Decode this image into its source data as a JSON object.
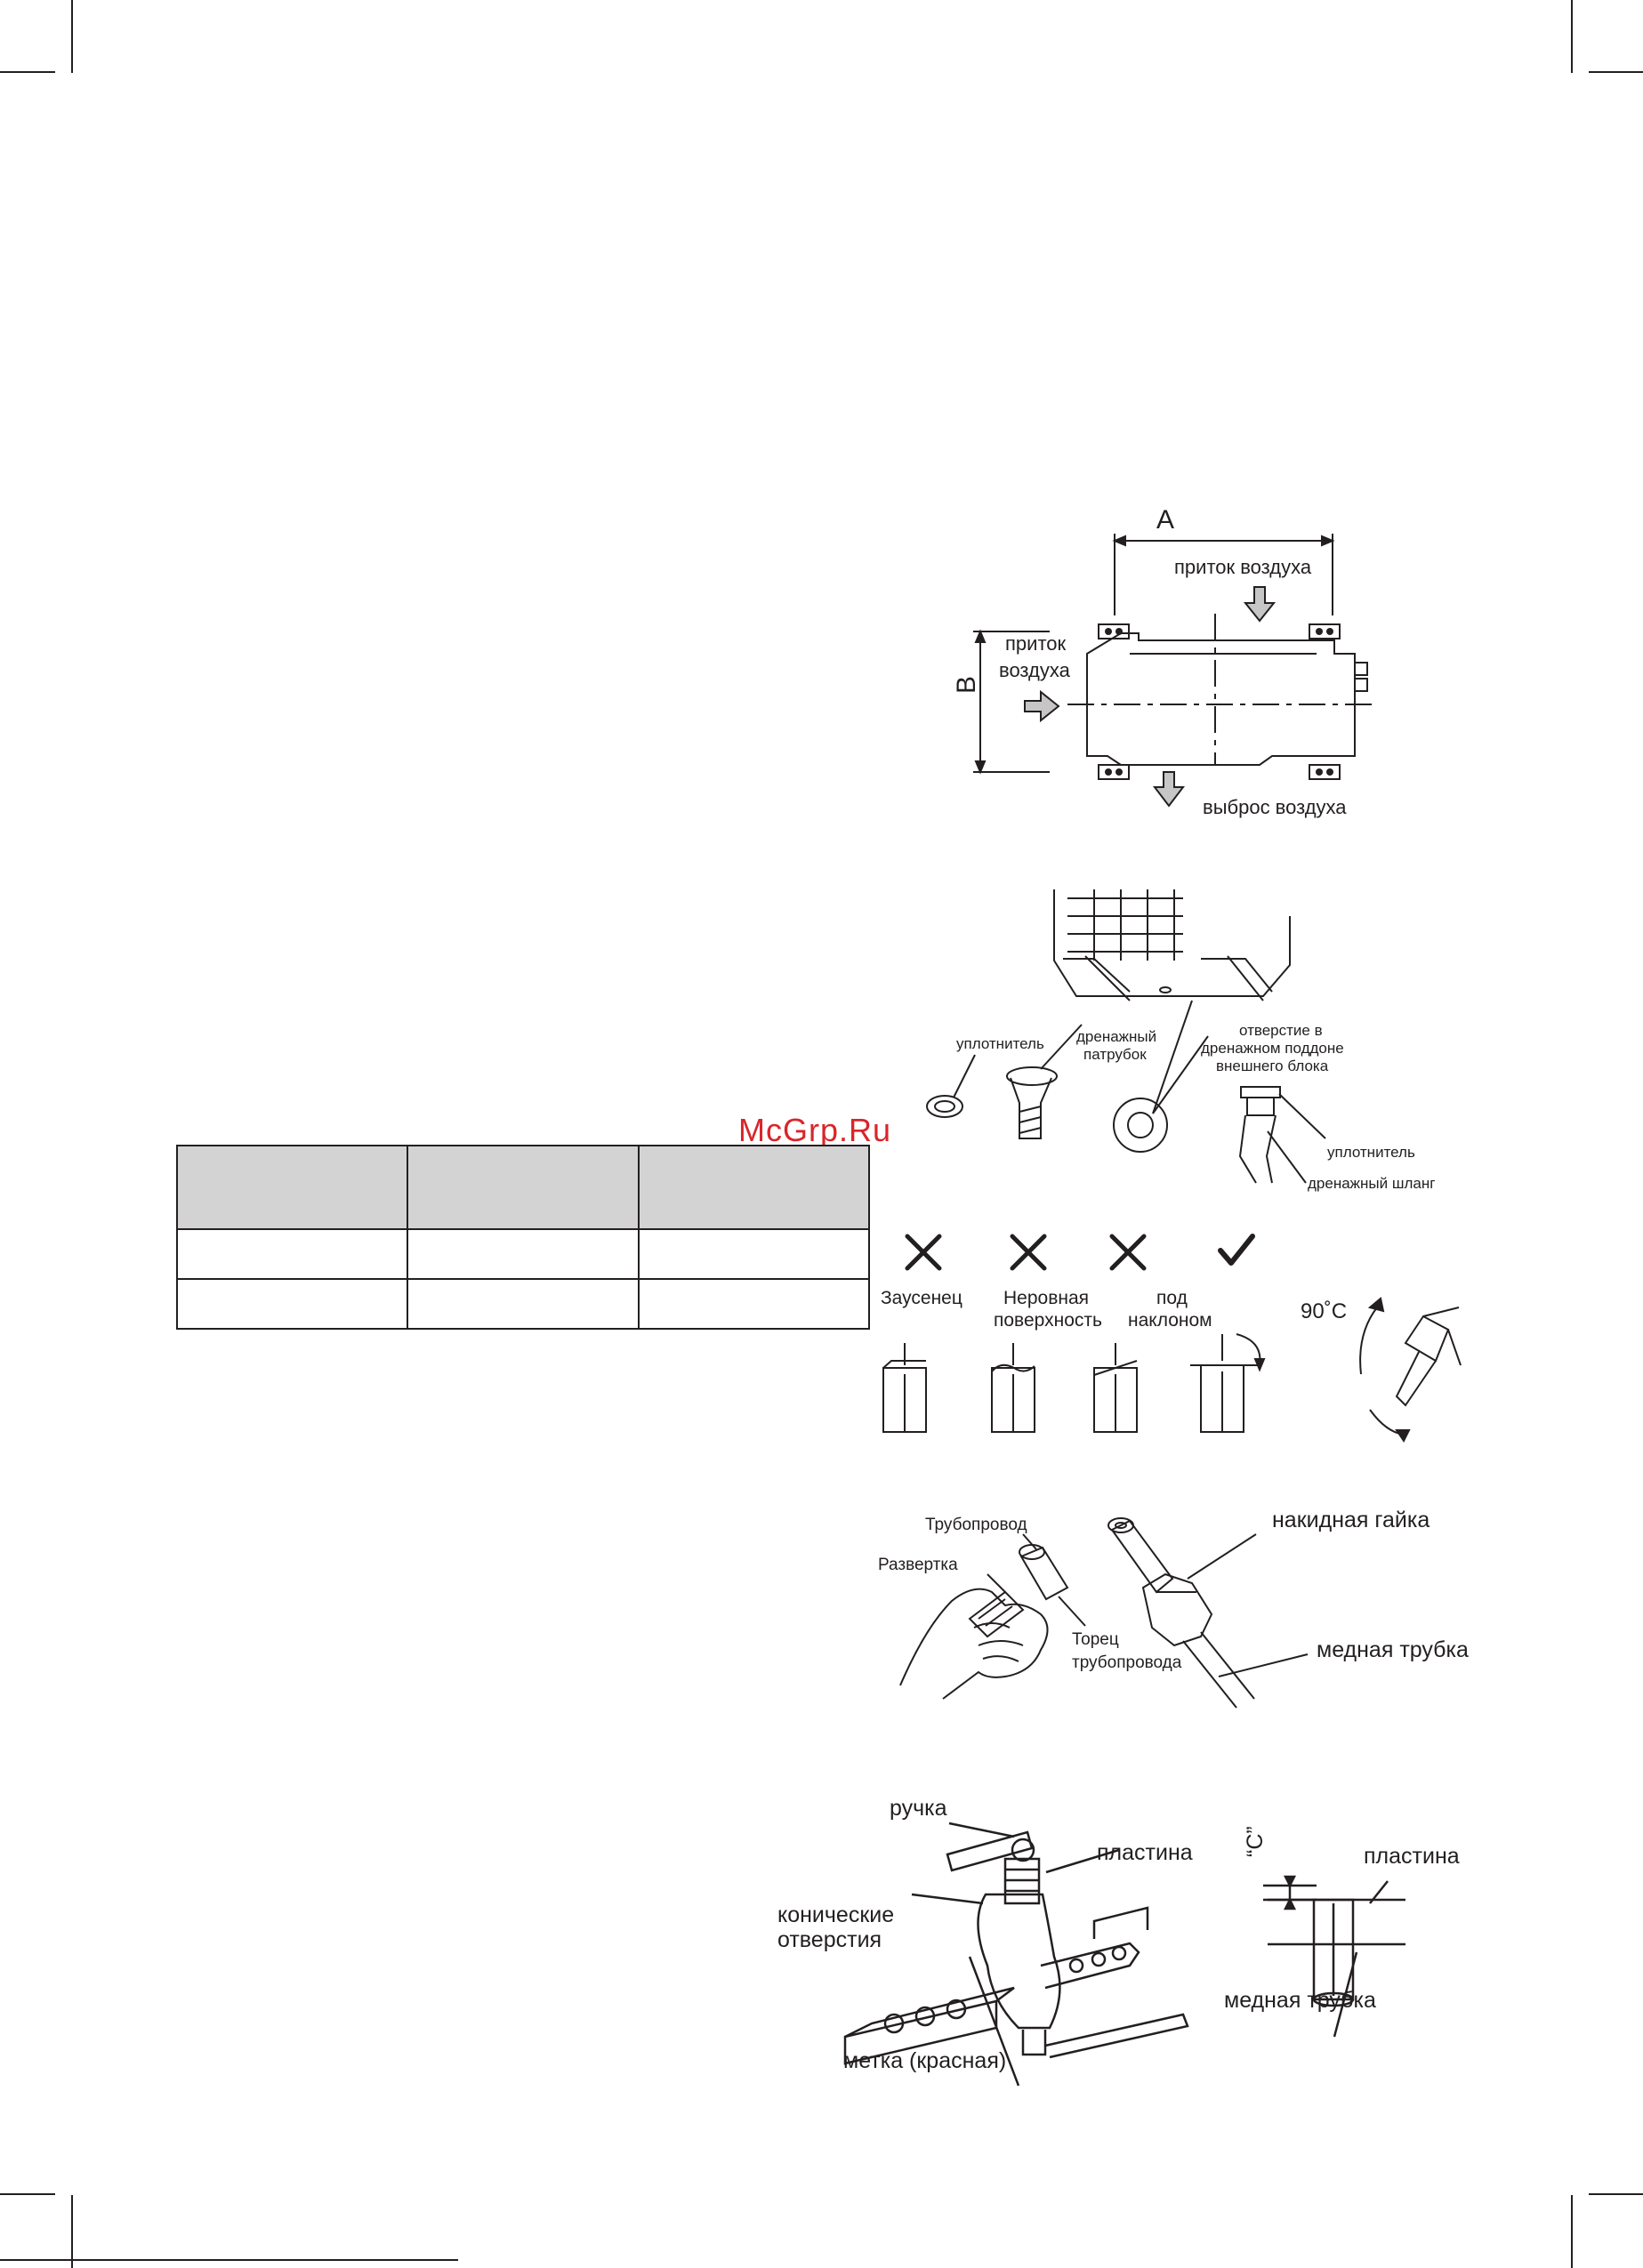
{
  "watermark": "McGrp.Ru",
  "fig_mount": {
    "dim_a": "A",
    "dim_b": "B",
    "air_in_top": "приток воздуха",
    "air_in_left_1": "приток",
    "air_in_left_2": "воздуха",
    "air_out": "выброс воздуха"
  },
  "fig_drain": {
    "seal": "уплотнитель",
    "drain_nipple_1": "дренажный",
    "drain_nipple_2": "патрубок",
    "hole_1": "отверстие в",
    "hole_2": "дренажном поддоне",
    "hole_3": "внешнего блока",
    "seal_right": "уплотнитель",
    "drain_hose": "дренажный шланг"
  },
  "fig_cut": {
    "burr": "Заусенец",
    "uneven_1": "Неровная",
    "uneven_2": "поверхность",
    "slant_1": "под",
    "slant_2": "наклоном",
    "angle": "90˚C"
  },
  "fig_flare": {
    "pipe": "Трубопровод",
    "reamer": "Развертка",
    "pipe_end_1": "Торец",
    "pipe_end_2": "трубопровода",
    "nut": "накидная гайка",
    "copper": "медная трубка"
  },
  "fig_tool": {
    "handle": "ручка",
    "plate": "пластина",
    "conic_1": "конические",
    "conic_2": "отверстия",
    "mark": "метка (красная)",
    "c_label": "“C”",
    "plate_right": "пластина",
    "copper_right": "медная трубка"
  },
  "table": {
    "header": [
      "",
      "",
      ""
    ],
    "rows": [
      [
        "",
        "",
        ""
      ],
      [
        "",
        "",
        ""
      ]
    ]
  }
}
